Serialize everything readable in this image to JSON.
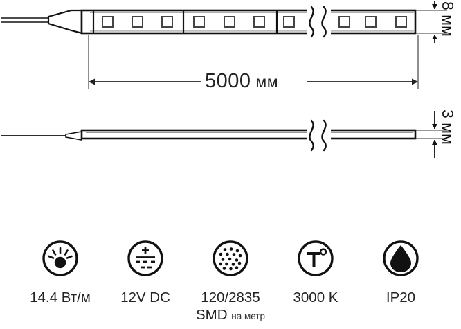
{
  "product": {
    "type": "led-strip-technical-drawing",
    "views": [
      {
        "name": "top-view",
        "description": "LED strip top view with lead wires and break symbol"
      },
      {
        "name": "side-view",
        "description": "LED strip side view profile with break symbol"
      }
    ]
  },
  "dimensions": {
    "length": {
      "value": "5000",
      "unit": "мм",
      "label": "5000 мм"
    },
    "width": {
      "value": "8",
      "unit": "мм",
      "label": "8 мм"
    },
    "thickness": {
      "value": "3",
      "unit": "мм",
      "label": "3 мм"
    }
  },
  "specs": [
    {
      "icon": "lamp-rays-icon",
      "label": "14.4 Вт/м",
      "label2": "",
      "note": ""
    },
    {
      "icon": "dc-power-icon",
      "label": "12V DC",
      "label2": "",
      "note": ""
    },
    {
      "icon": "led-density-dots-icon",
      "label": "120/2835",
      "label2": "SMD",
      "note": "на метр"
    },
    {
      "icon": "color-temperature-icon",
      "label": "3000 K",
      "label2": "",
      "note": ""
    },
    {
      "icon": "water-drop-icon",
      "label": "IP20",
      "label2": "",
      "note": ""
    }
  ],
  "colors": {
    "outline": "#111111",
    "text": "#222222",
    "dimension_line": "#333333",
    "background": "#ffffff"
  }
}
